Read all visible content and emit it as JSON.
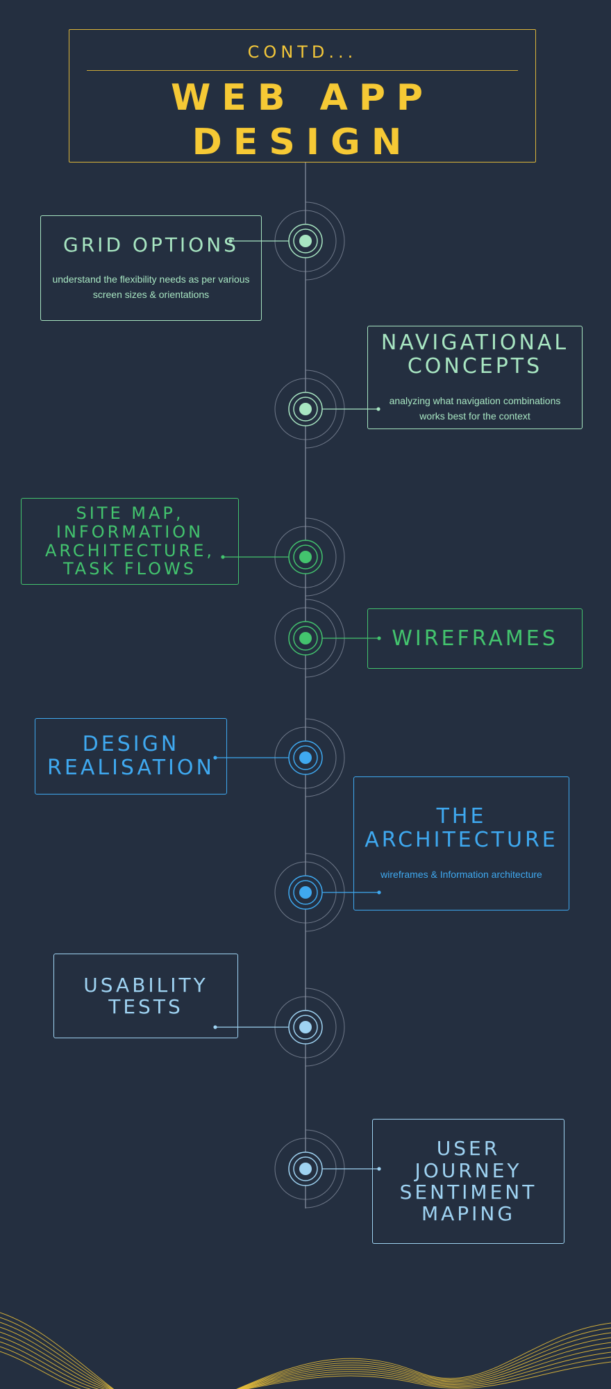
{
  "header": {
    "subtitle": "CONTD...",
    "title_line1": "WEB APP",
    "title_line2": "DESIGN"
  },
  "colors": {
    "background": "#242f40",
    "gold": "#f3c73a",
    "timeline": "#8a93a3",
    "mint": "#a8e6c2",
    "green": "#43c46e",
    "blue": "#3fa9f0",
    "lightblue": "#9fd3f2"
  },
  "steps": [
    {
      "title": "GRID OPTIONS",
      "description": "understand the flexibility needs as per various screen sizes & orientations",
      "side": "left",
      "color": "mint"
    },
    {
      "title": "NAVIGATIONAL CONCEPTS",
      "description": "analyzing what navigation combinations works best for the context",
      "side": "right",
      "color": "mint"
    },
    {
      "title": "SITE MAP, INFORMATION ARCHITECTURE, TASK FLOWS",
      "description": "",
      "side": "left",
      "color": "green"
    },
    {
      "title": "WIREFRAMES",
      "description": "",
      "side": "right",
      "color": "green"
    },
    {
      "title": "DESIGN REALISATION",
      "description": "",
      "side": "left",
      "color": "blue"
    },
    {
      "title": "THE ARCHITECTURE",
      "description": "wireframes & Information architecture",
      "side": "right",
      "color": "blue"
    },
    {
      "title": "USABILITY TESTS",
      "description": "",
      "side": "left",
      "color": "lightblue"
    },
    {
      "title": "USER JOURNEY SENTIMENT MAPING",
      "description": "",
      "side": "right",
      "color": "lightblue"
    }
  ]
}
